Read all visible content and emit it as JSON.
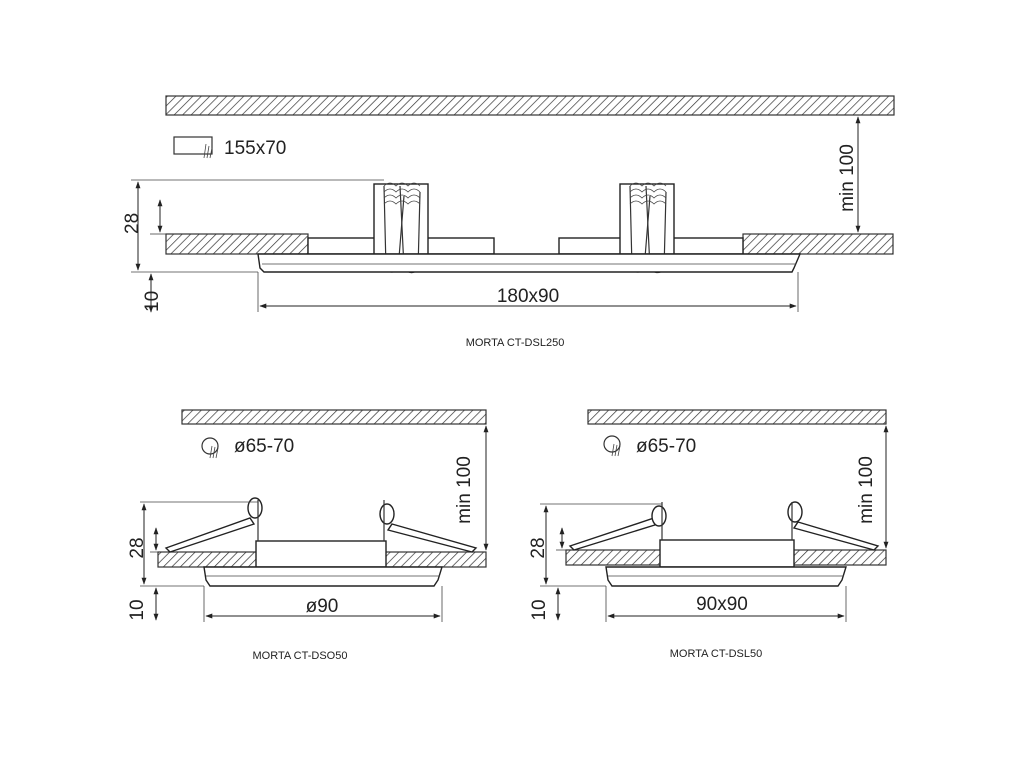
{
  "colors": {
    "line": "#333333",
    "background": "#ffffff"
  },
  "top": {
    "caption": "MORTA CT-DSL250",
    "cutout_label": "155x70",
    "cutout_icon": "rectangular-cutout-icon",
    "height_label": "28",
    "rim_label": "10",
    "width_label": "180x90",
    "clearance_label": "min 100"
  },
  "bottom_left": {
    "caption": "MORTA CT-DSO50",
    "cutout_label": "ø65-70",
    "cutout_icon": "round-cutout-icon",
    "height_label": "28",
    "rim_label": "10",
    "width_label": "ø90",
    "clearance_label": "min 100"
  },
  "bottom_right": {
    "caption": "MORTA CT-DSL50",
    "cutout_label": "ø65-70",
    "cutout_icon": "round-cutout-icon",
    "height_label": "28",
    "rim_label": "10",
    "width_label": "90x90",
    "clearance_label": "min 100"
  }
}
